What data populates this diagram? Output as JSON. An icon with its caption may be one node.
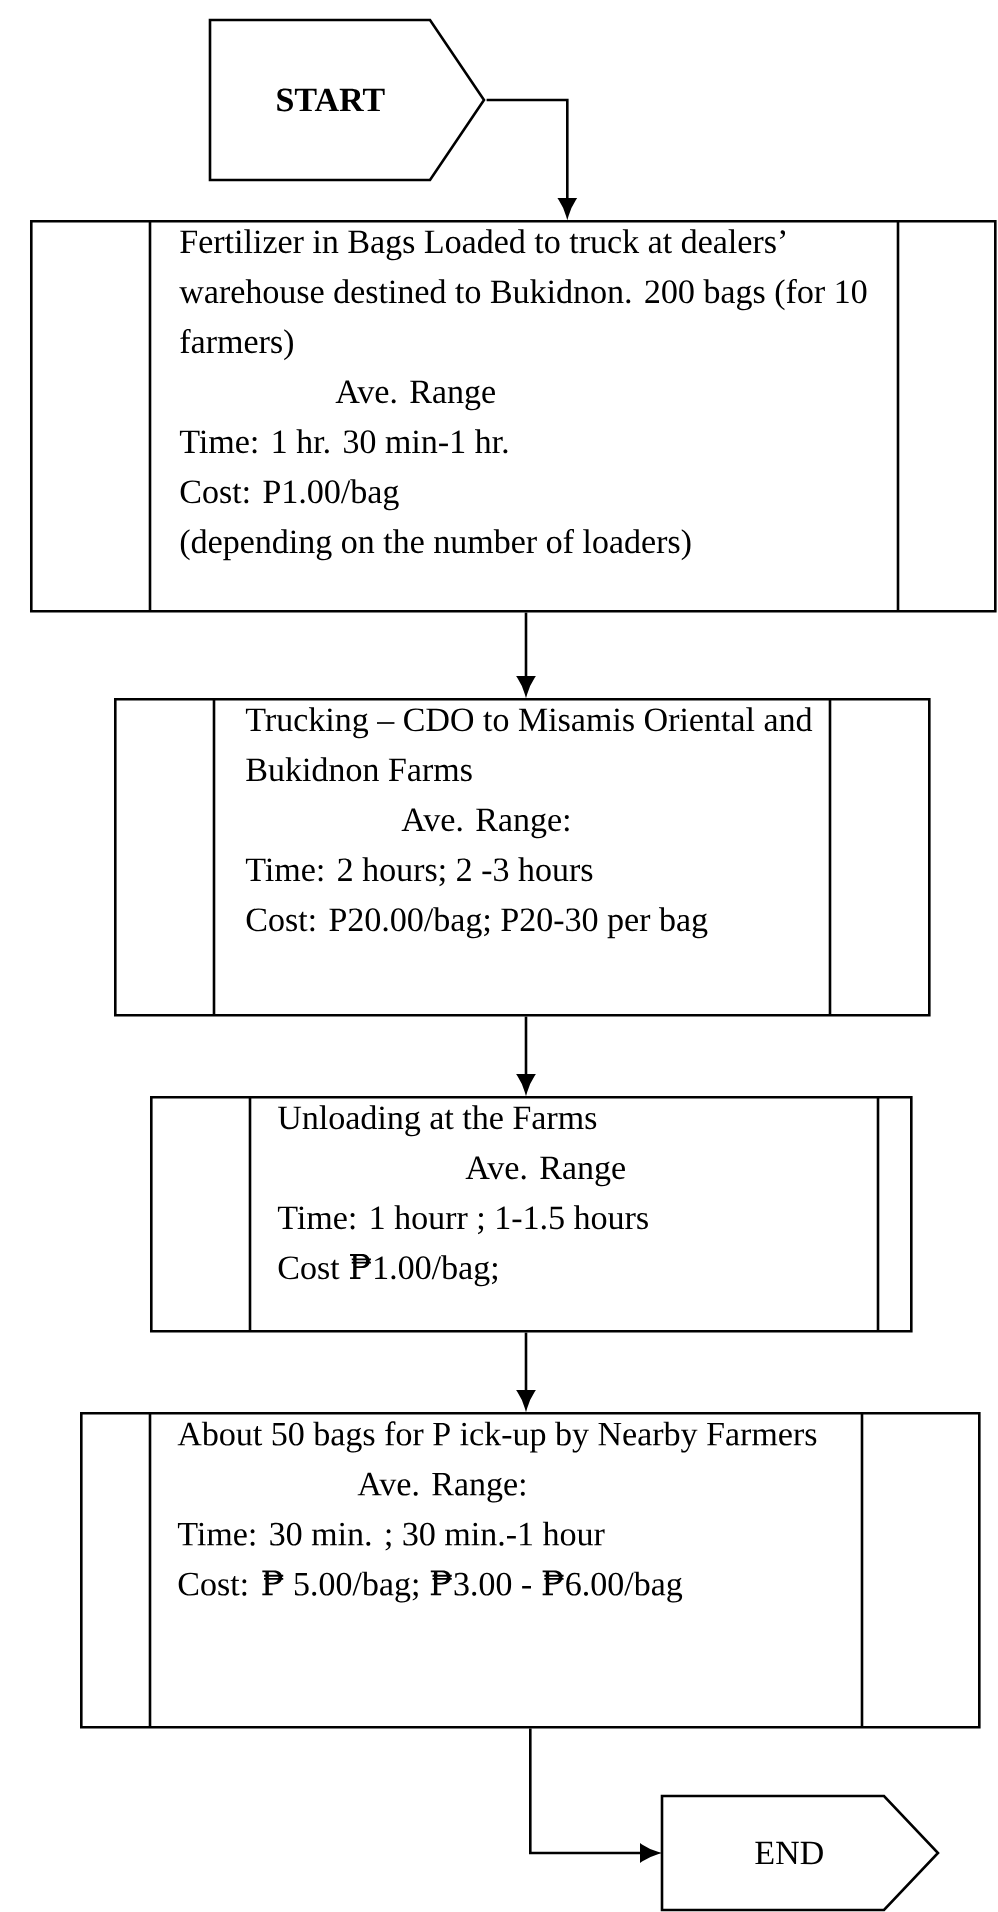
{
  "diagram": {
    "nodes": [
      {
        "text": [
          "START"
        ]
      },
      {
        "text": [
          "Fertilizer in Bags Loaded to truck at dealers’ warehouse destined to Bukidnon. 200 bags (for 10 farmers)",
          "Ave. Range",
          "Time: 1 hr. 30 min-1 hr.",
          "Cost: P1.00/bag",
          "(depending on the number of loaders)"
        ]
      },
      {
        "text": [
          "Trucking – CDO to Misamis Oriental and Bukidnon Farms",
          "Ave. Range:",
          "Time: 2 hours; 2 -3 hours",
          "Cost: P20.00/bag; P20-30 per bag"
        ]
      },
      {
        "text": [
          "Unloading at the Farms",
          "Ave. Range",
          "Time: 1 hourr ; 1-1.5 hours",
          "Cost ₱1.00/bag;"
        ]
      },
      {
        "text": [
          "About 50 bags for P ick-up by Nearby Farmers",
          "Ave. Range:",
          "Time: 30 min. ; 30 min.-1 hour",
          "Cost: ₱ 5.00/bag; ₱3.00 - ₱6.00/bag"
        ]
      },
      {
        "text": [
          "END"
        ]
      }
    ],
    "edges": [
      {
        "from": 0,
        "to": 1,
        "arrow": "to"
      },
      {
        "from": 1,
        "to": 2,
        "arrow": "to"
      },
      {
        "from": 2,
        "to": 3,
        "arrow": "to"
      },
      {
        "from": 3,
        "to": 4,
        "arrow": "to"
      },
      {
        "from": 4,
        "to": 5,
        "arrow": "to"
      }
    ]
  }
}
